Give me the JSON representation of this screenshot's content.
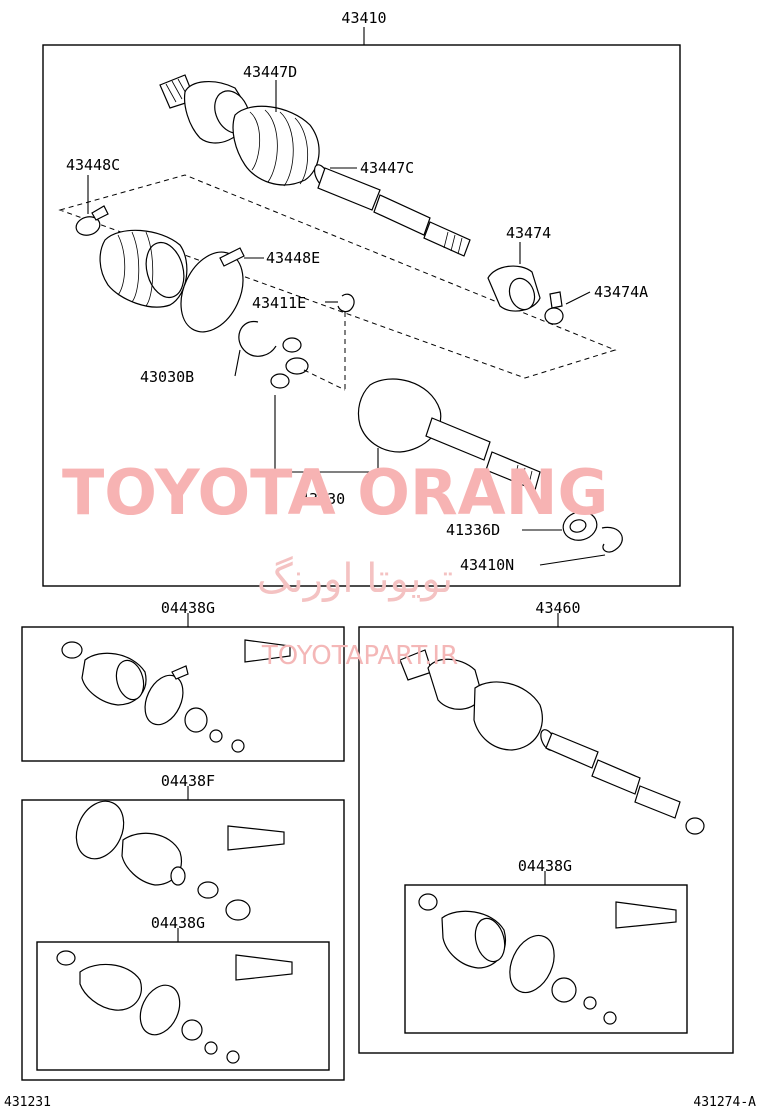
{
  "main_assembly": {
    "label": "43410",
    "parts": {
      "outer_boot": "43447D",
      "boot_clamp_small": "43447C",
      "clamp_left": "43448C",
      "band_inner": "43448E",
      "snap_ring_small": "43411E",
      "snap_ring_large": "43030B",
      "inner_joint": "43030",
      "damper": "43474",
      "damper_clamp": "43474A",
      "seal": "41336D",
      "snap_ring_end": "43410N"
    }
  },
  "kits": {
    "kit_g1": "04438G",
    "kit_f": "04438F",
    "kit_g2": "04438G",
    "kit_g3": "04438G"
  },
  "right_assembly": {
    "label": "43460"
  },
  "footer": {
    "left_code": "431231",
    "right_code": "431274-A"
  },
  "watermark": {
    "brand": "TOYOTA ORANG",
    "persian": "تویوتا اورنگ",
    "site": "TOYOTAPART.IR"
  }
}
